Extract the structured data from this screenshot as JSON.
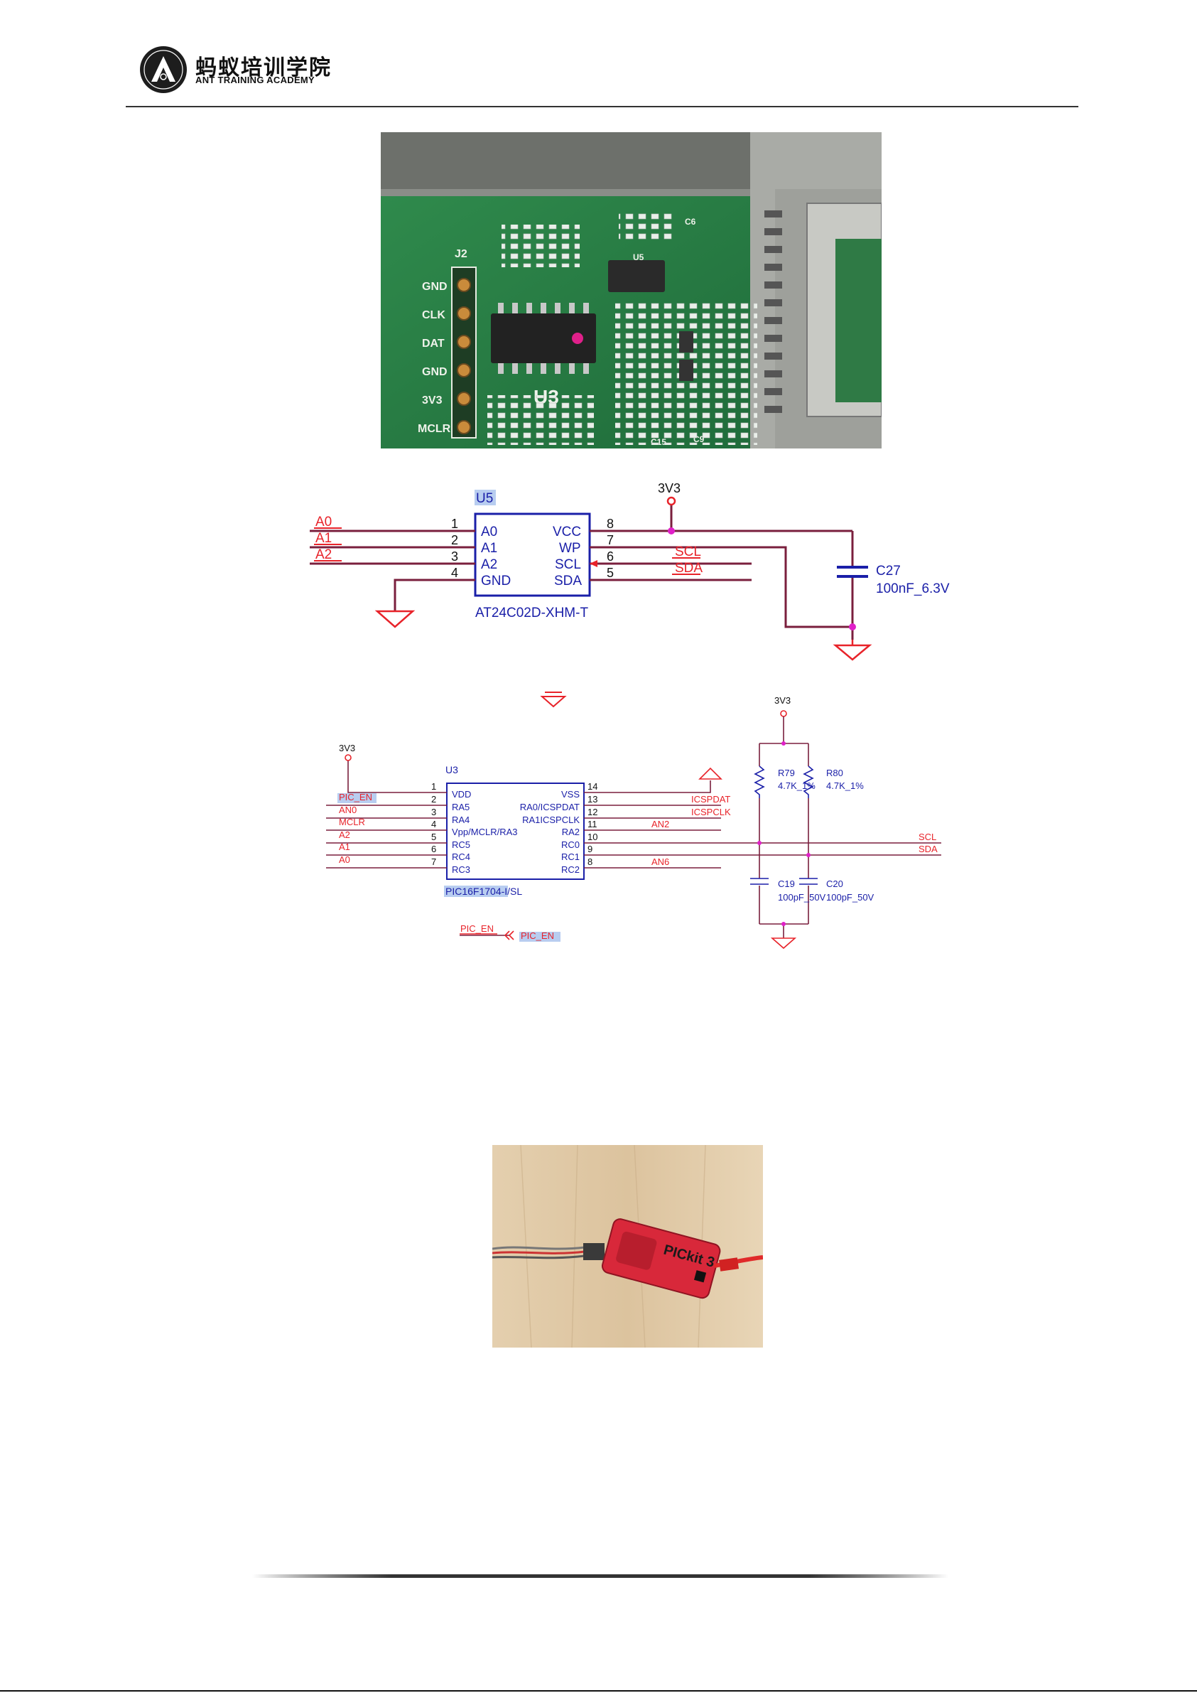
{
  "header": {
    "brand_cn": "蚂蚁培训学院",
    "brand_en": "ANT TRAINING ACADEMY",
    "logo_letter": "A"
  },
  "pcb_photo": {
    "silkscreen": [
      "J2",
      "GND",
      "CLK",
      "DAT",
      "GND",
      "3V3",
      "MCLR",
      "U3",
      "U5",
      "C6",
      "C9",
      "C15"
    ]
  },
  "u5_schematic": {
    "ref": "U5",
    "part": "AT24C02D-XHM-T",
    "power_label": "3V3",
    "left_pins": [
      {
        "num": "1",
        "name": "A0",
        "net": "A0"
      },
      {
        "num": "2",
        "name": "A1",
        "net": "A1"
      },
      {
        "num": "3",
        "name": "A2",
        "net": "A2"
      },
      {
        "num": "4",
        "name": "GND",
        "net": ""
      }
    ],
    "right_pins": [
      {
        "num": "8",
        "name": "VCC",
        "net": ""
      },
      {
        "num": "7",
        "name": "WP",
        "net": ""
      },
      {
        "num": "6",
        "name": "SCL",
        "net": "SCL"
      },
      {
        "num": "5",
        "name": "SDA",
        "net": "SDA"
      }
    ],
    "cap_ref": "C27",
    "cap_value": "100nF_6.3V"
  },
  "u3_schematic": {
    "ref": "U3",
    "part": "PIC16F1704-I/SL",
    "power_label_left": "3V3",
    "power_label_right": "3V3",
    "left_pins": [
      {
        "num": "1",
        "name": "VDD",
        "net": ""
      },
      {
        "num": "2",
        "name": "RA5",
        "net": "PIC_EN"
      },
      {
        "num": "3",
        "name": "RA4",
        "net": "AN0"
      },
      {
        "num": "4",
        "name": "Vpp/MCLR/RA3",
        "net": "MCLR"
      },
      {
        "num": "5",
        "name": "RC5",
        "net": "A2"
      },
      {
        "num": "6",
        "name": "RC4",
        "net": "A1"
      },
      {
        "num": "7",
        "name": "RC3",
        "net": "A0"
      }
    ],
    "right_pins": [
      {
        "num": "14",
        "name": "VSS",
        "net": ""
      },
      {
        "num": "13",
        "name": "RA0/ICSPDAT",
        "net": "ICSPDAT"
      },
      {
        "num": "12",
        "name": "RA1ICSPCLK",
        "net": "ICSPCLK"
      },
      {
        "num": "11",
        "name": "RA2",
        "net": "AN2"
      },
      {
        "num": "10",
        "name": "RC0",
        "net": ""
      },
      {
        "num": "9",
        "name": "RC1",
        "net": ""
      },
      {
        "num": "8",
        "name": "RC2",
        "net": "AN6"
      }
    ],
    "r79_ref": "R79",
    "r79_value": "4.7K_1%",
    "r80_ref": "R80",
    "r80_value": "4.7K_1%",
    "c19_ref": "C19",
    "c19_value": "100pF_50V",
    "c20_ref": "C20",
    "c20_value": "100pF_50V",
    "net_scl": "SCL",
    "net_sda": "SDA",
    "port_left": "PIC_EN",
    "port_right": "PIC_EN"
  },
  "pickit_photo": {
    "device_label": "PICkit 3"
  },
  "colors": {
    "wire_red": "#e8232a",
    "wire_maroon": "#7a1f3d",
    "symbol_blue": "#1a1fa8",
    "junction_magenta": "#e020c8",
    "label_highlight": "#b8cdf0"
  }
}
